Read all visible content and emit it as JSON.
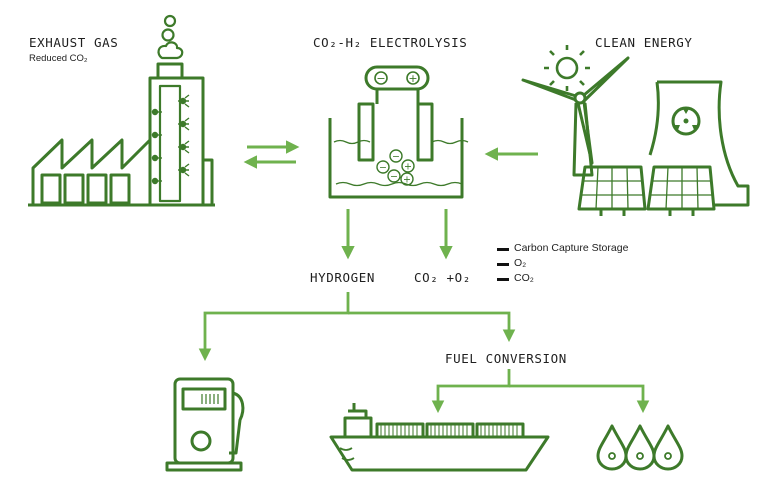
{
  "labels": {
    "exhaust_gas": "EXHAUST GAS",
    "reduced_co2": "Reduced CO₂",
    "electrolysis": "CO₂-H₂ ELECTROLYSIS",
    "clean_energy": "CLEAN ENERGY",
    "hydrogen": "HYDROGEN",
    "co2_o2": "CO₂ +O₂",
    "fuel_conversion": "FUEL CONVERSION"
  },
  "legend": [
    "Carbon Capture Storage",
    "O₂",
    "CO₂"
  ],
  "electrode_signs": {
    "negative": "−",
    "positive": "+"
  },
  "ion_signs": [
    "−",
    "−",
    "+",
    "−",
    "+"
  ],
  "colors": {
    "dark_green": "#3d7a2a",
    "light_green": "#6fb24e",
    "text": "#1f1f1f"
  }
}
